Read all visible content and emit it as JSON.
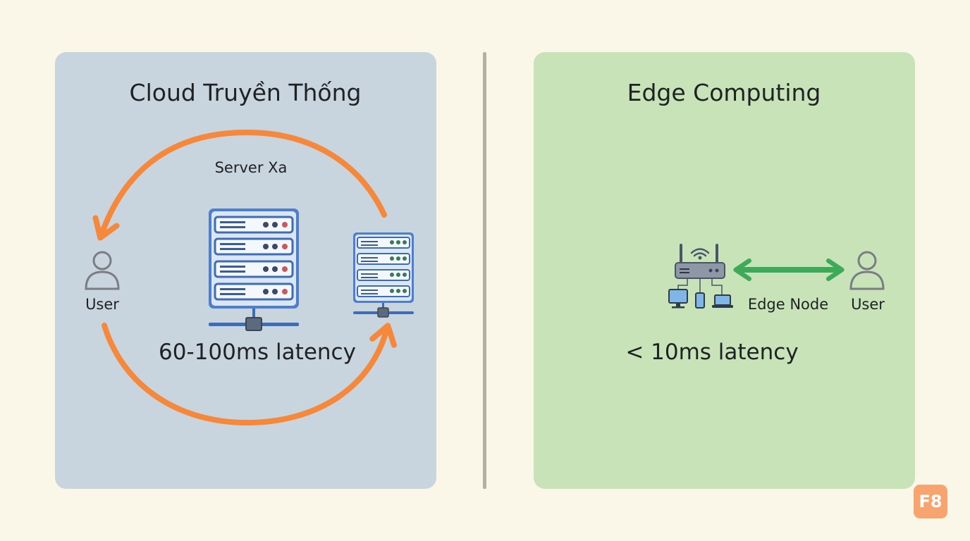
{
  "cloud": {
    "title": "Cloud Truyền Thống",
    "server_label": "Server Xa",
    "user_label": "User",
    "latency": "60-100ms latency"
  },
  "edge": {
    "title": "Edge Computing",
    "node_label": "Edge Node",
    "user_label": "User",
    "latency": "< 10ms latency"
  },
  "badge": "F8",
  "colors": {
    "cloud_panel": "#c8d4de",
    "edge_panel": "#c7e3b7",
    "cloud_arrow": "#f5883a",
    "edge_arrow": "#3daa5a",
    "server_blue": "#4f7fc8"
  }
}
